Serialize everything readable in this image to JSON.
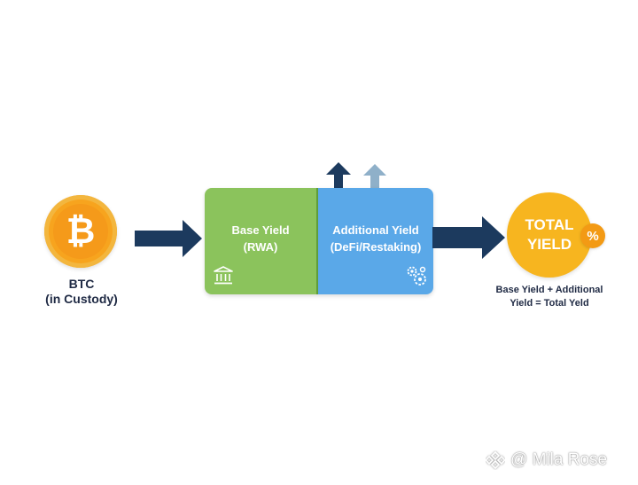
{
  "btc": {
    "symbol": "₿",
    "label_line1": "BTC",
    "label_line2": "(in Custody)"
  },
  "yield_box": {
    "base": {
      "line1": "Base Yield",
      "line2": "(RWA)",
      "icon": "bank-icon"
    },
    "additional": {
      "line1": "Additional Yield",
      "line2": "(DeFi/Restaking)",
      "icon": "gears-icon"
    }
  },
  "total": {
    "line1": "TOTAL",
    "line2": "YIELD",
    "badge": "%",
    "formula_line1": "Base Yield + Additional",
    "formula_line2": "Yield = Total Yeld"
  },
  "watermark": {
    "text": "@ Mila Rose",
    "icon": "binance-logo-icon"
  },
  "colors": {
    "arrow": "#1c3a5e",
    "base_green": "#8bc35c",
    "additional_blue": "#5aa8e8",
    "btc_orange": "#f59a1a",
    "total_gold": "#f7b51f"
  }
}
